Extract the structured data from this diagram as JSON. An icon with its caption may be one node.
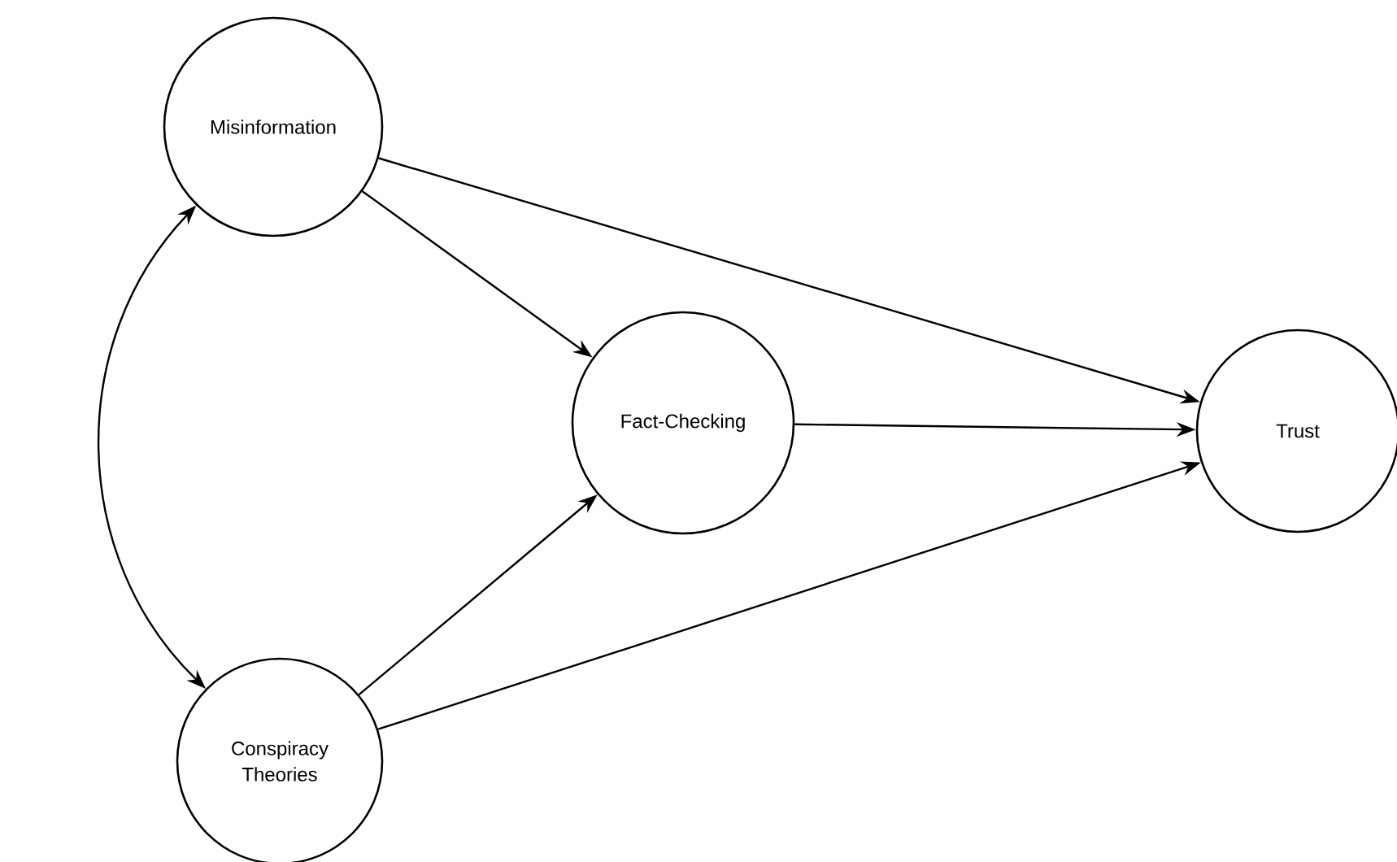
{
  "diagram": {
    "nodes": [
      {
        "text": [
          "Misinformation"
        ]
      },
      {
        "text": [
          "Fact-Checking"
        ]
      },
      {
        "text": [
          "Trust"
        ]
      },
      {
        "text": [
          "Conspiracy Theories"
        ]
      }
    ],
    "edges": [
      {
        "from": 0,
        "to": 2,
        "arrow": "to"
      },
      {
        "from": 0,
        "to": 1,
        "arrow": "to"
      },
      {
        "from": 1,
        "to": 2,
        "arrow": "to"
      },
      {
        "from": 3,
        "to": 1,
        "arrow": "to"
      },
      {
        "from": 3,
        "to": 2,
        "arrow": "to"
      },
      {
        "from": 0,
        "to": 3,
        "arrow": "both"
      }
    ]
  }
}
